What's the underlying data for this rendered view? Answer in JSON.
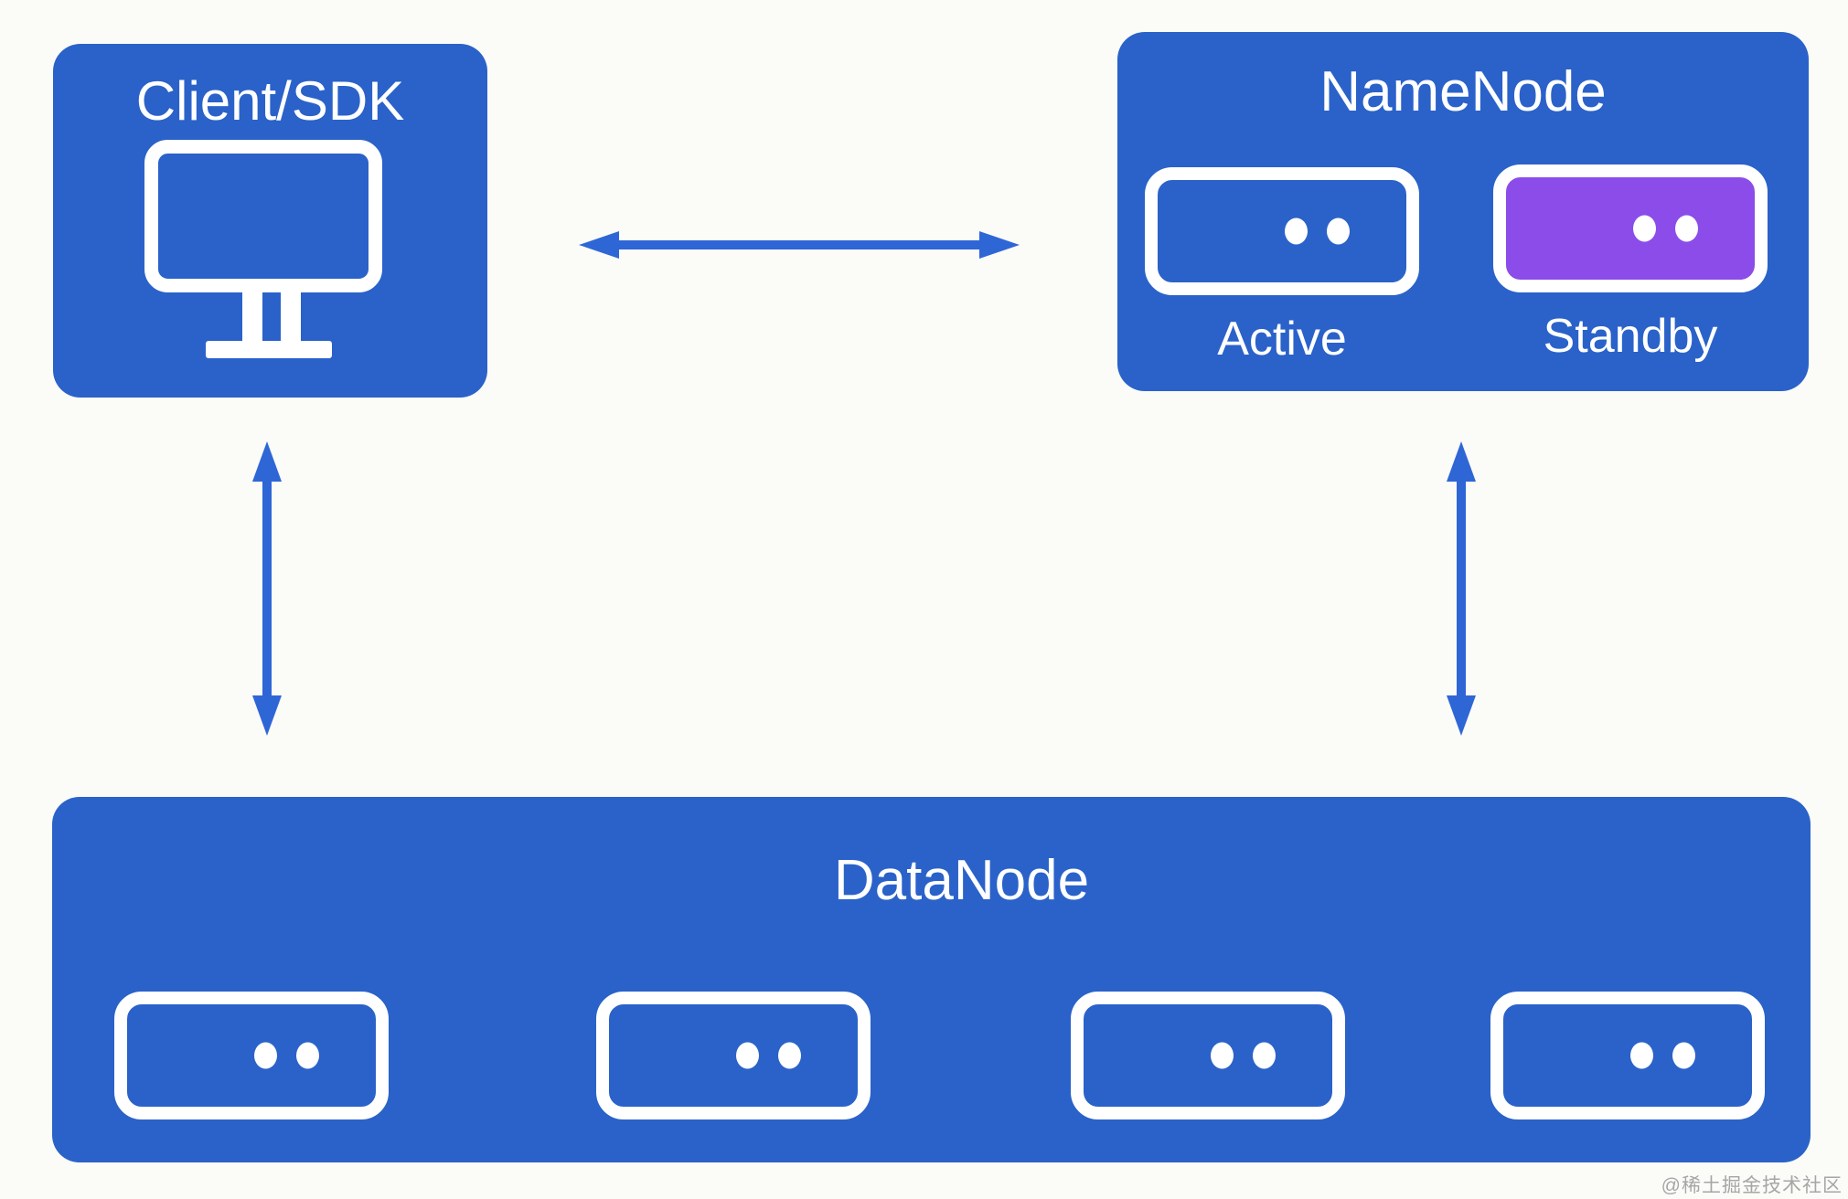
{
  "colors": {
    "background": "#fbfbf8",
    "node_blue": "#2a62c9",
    "arrow_blue": "#2f66d6",
    "standby_purple": "#8b4ce9",
    "text_white": "#ffffff",
    "watermark_gray": "#919191"
  },
  "client": {
    "title": "Client/SDK",
    "icon": "monitor-icon"
  },
  "namenode": {
    "title": "NameNode",
    "nodes": [
      {
        "label": "Active",
        "state": "active",
        "color": "#2a62c9",
        "icon": "server-icon"
      },
      {
        "label": "Standby",
        "state": "standby",
        "color": "#8b4ce9",
        "icon": "server-icon"
      }
    ]
  },
  "datanode": {
    "title": "DataNode",
    "servers": [
      {
        "icon": "server-icon"
      },
      {
        "icon": "server-icon"
      },
      {
        "icon": "server-icon"
      },
      {
        "icon": "server-icon"
      }
    ]
  },
  "arrows": [
    {
      "name": "client-namenode",
      "direction": "horizontal-bidirectional"
    },
    {
      "name": "client-datanode",
      "direction": "vertical-bidirectional"
    },
    {
      "name": "namenode-datanode",
      "direction": "vertical-bidirectional"
    }
  ],
  "watermark": "@稀土掘金技术社区"
}
